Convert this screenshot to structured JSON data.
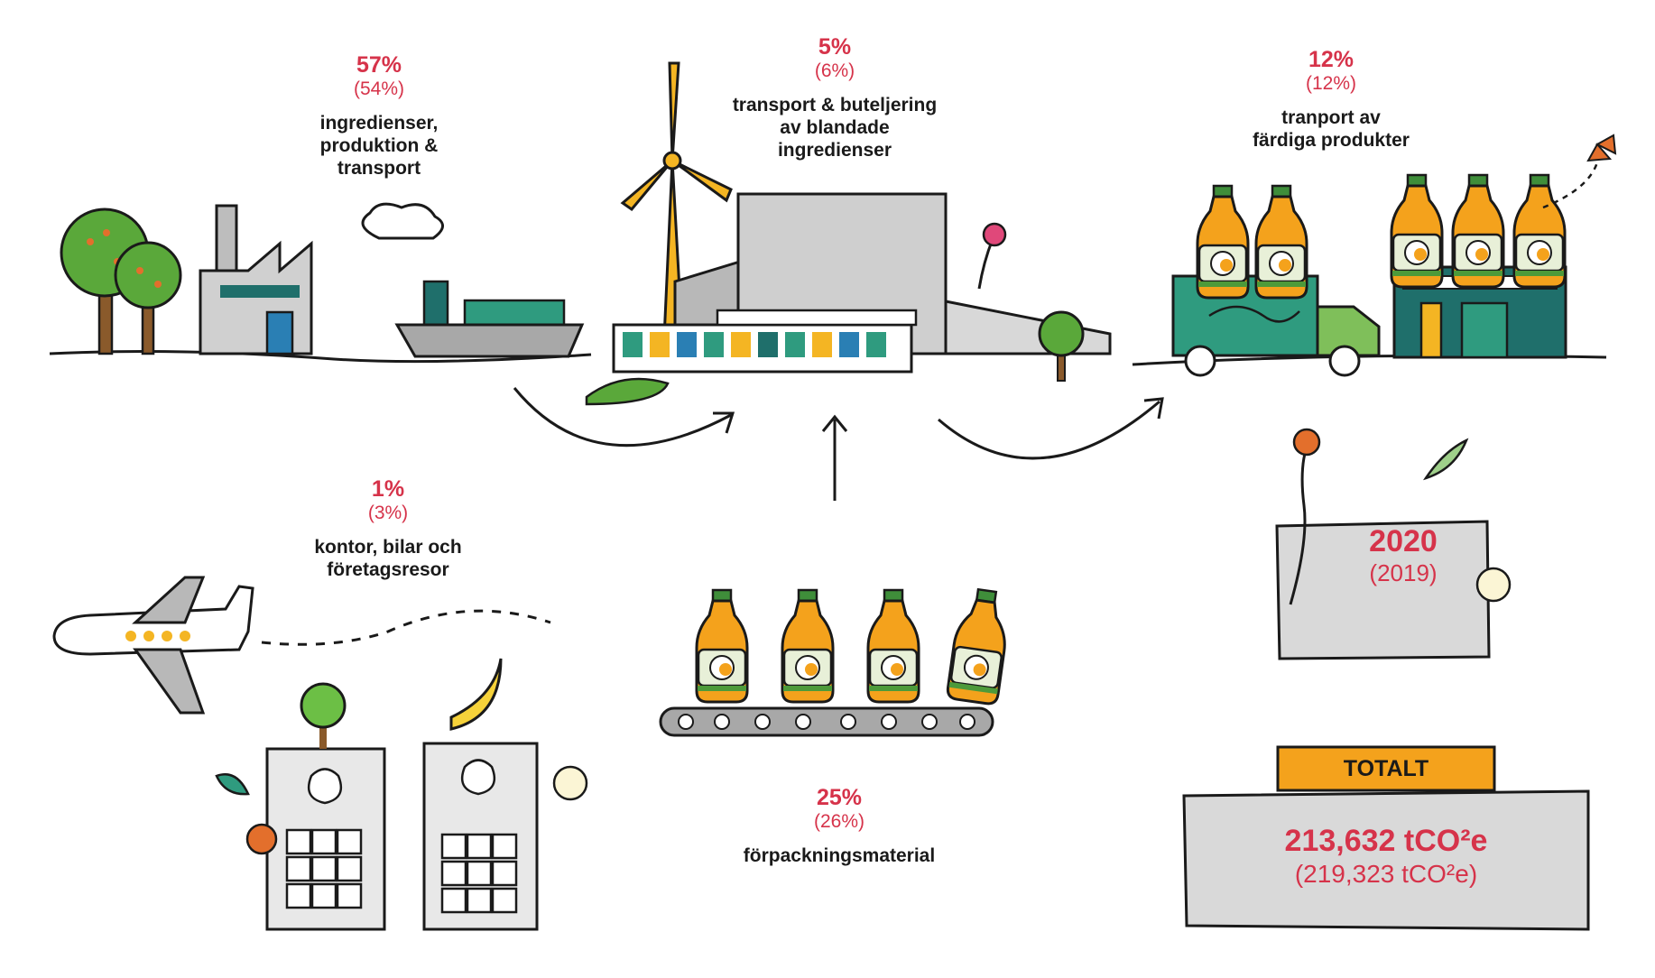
{
  "stages": [
    {
      "percent": "57%",
      "previous": "(54%)",
      "label_lines": [
        "ingredienser,",
        "produktion &",
        "transport"
      ]
    },
    {
      "percent": "5%",
      "previous": "(6%)",
      "label_lines": [
        "transport & buteljering",
        "av blandade",
        "ingredienser"
      ]
    },
    {
      "percent": "12%",
      "previous": "(12%)",
      "label_lines": [
        "tranport av",
        "färdiga produkter"
      ]
    },
    {
      "percent": "1%",
      "previous": "(3%)",
      "label_lines": [
        "kontor, bilar och",
        "företagsresor"
      ]
    },
    {
      "percent": "25%",
      "previous": "(26%)",
      "label_lines": [
        "förpackningsmaterial"
      ]
    }
  ],
  "year": {
    "current": "2020",
    "previous": "(2019)"
  },
  "total": {
    "heading": "TOTALT",
    "value": "213,632 tCO²e",
    "previous": "(219,323 tCO²e)"
  },
  "colors": {
    "accent_red": "#d6334a",
    "orange": "#f39c12",
    "teal": "#1f6f6b",
    "green": "#5aa83a",
    "gray": "#cfcfcf"
  }
}
